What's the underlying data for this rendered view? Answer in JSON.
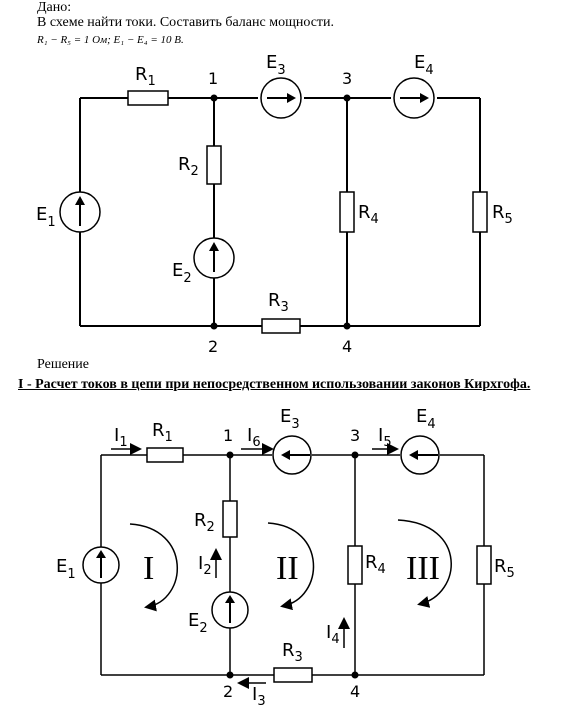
{
  "header": {
    "given": "Дано:",
    "task": "В схеме найти токи. Составить баланс мощности.",
    "condition": "R₁ − R₅ = 1 Ом;  E₁ − E₄ = 10 В."
  },
  "solution": {
    "label": "Решение",
    "heading": "I - Расчет токов в цепи при непосредственном использовании законов Кирхгофа."
  },
  "diagram1": {
    "resistors": [
      {
        "id": "R1",
        "main": "R",
        "sub": "1"
      },
      {
        "id": "R2",
        "main": "R",
        "sub": "2"
      },
      {
        "id": "R3",
        "main": "R",
        "sub": "3"
      },
      {
        "id": "R4",
        "main": "R",
        "sub": "4"
      },
      {
        "id": "R5",
        "main": "R",
        "sub": "5"
      }
    ],
    "sources": [
      {
        "id": "E1",
        "main": "E",
        "sub": "1"
      },
      {
        "id": "E2",
        "main": "E",
        "sub": "2"
      },
      {
        "id": "E3",
        "main": "E",
        "sub": "3"
      },
      {
        "id": "E4",
        "main": "E",
        "sub": "4"
      }
    ],
    "nodes": [
      "1",
      "2",
      "3",
      "4"
    ]
  },
  "diagram2": {
    "resistors": [
      {
        "id": "R1",
        "main": "R",
        "sub": "1"
      },
      {
        "id": "R2",
        "main": "R",
        "sub": "2"
      },
      {
        "id": "R3",
        "main": "R",
        "sub": "3"
      },
      {
        "id": "R4",
        "main": "R",
        "sub": "4"
      },
      {
        "id": "R5",
        "main": "R",
        "sub": "5"
      }
    ],
    "sources": [
      {
        "id": "E1",
        "main": "E",
        "sub": "1"
      },
      {
        "id": "E2",
        "main": "E",
        "sub": "2"
      },
      {
        "id": "E3",
        "main": "E",
        "sub": "3"
      },
      {
        "id": "E4",
        "main": "E",
        "sub": "4"
      }
    ],
    "currents": [
      {
        "id": "I1",
        "main": "I",
        "sub": "1"
      },
      {
        "id": "I2",
        "main": "I",
        "sub": "2"
      },
      {
        "id": "I3",
        "main": "I",
        "sub": "3"
      },
      {
        "id": "I4",
        "main": "I",
        "sub": "4"
      },
      {
        "id": "I5",
        "main": "I",
        "sub": "5"
      },
      {
        "id": "I6",
        "main": "I",
        "sub": "6"
      }
    ],
    "nodes": [
      "1",
      "2",
      "3",
      "4"
    ],
    "loops": [
      "I",
      "II",
      "III"
    ]
  }
}
